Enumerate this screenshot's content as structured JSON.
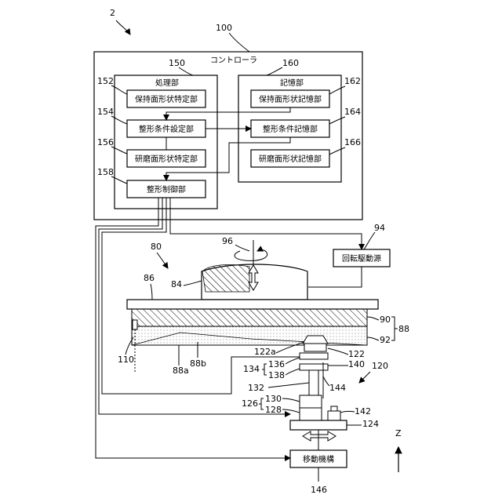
{
  "figure_number": "2",
  "controller": {
    "ref": "100",
    "label": "コントローラ",
    "processing_unit": {
      "ref": "150",
      "label": "処理部",
      "blocks": [
        {
          "ref": "152",
          "label": "保持面形状特定部"
        },
        {
          "ref": "154",
          "label": "整形条件設定部"
        },
        {
          "ref": "156",
          "label": "研磨面形状特定部"
        },
        {
          "ref": "158",
          "label": "整形制御部"
        }
      ]
    },
    "storage_unit": {
      "ref": "160",
      "label": "記憶部",
      "blocks": [
        {
          "ref": "162",
          "label": "保持面形状記憶部"
        },
        {
          "ref": "164",
          "label": "整形条件記憶部"
        },
        {
          "ref": "166",
          "label": "研磨面形状記憶部"
        }
      ]
    }
  },
  "rotation_drive": {
    "ref": "94",
    "label": "回転駆動源"
  },
  "moving_mechanism": {
    "ref": "146",
    "label": "移動機構"
  },
  "axis": {
    "label": "Z"
  },
  "refs": {
    "r80": "80",
    "r84": "84",
    "r86": "86",
    "r96": "96",
    "r88": "88",
    "r90": "90",
    "r92": "92",
    "r88a": "88a",
    "r88b": "88b",
    "r110": "110",
    "r120": "120",
    "r122": "122",
    "r122a": "122a",
    "r124": "124",
    "r126": "126",
    "r128": "128",
    "r130": "130",
    "r132": "132",
    "r134": "134",
    "r136": "136",
    "r138": "138",
    "r140": "140",
    "r142": "142",
    "r144": "144"
  }
}
